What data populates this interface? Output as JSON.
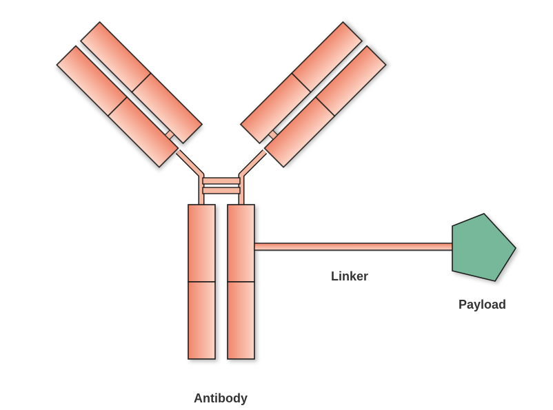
{
  "labels": {
    "antibody": "Antibody",
    "linker": "Linker",
    "payload": "Payload"
  },
  "colors": {
    "antibody_fill": "#f08a6e",
    "antibody_fill_light": "#fdd2c3",
    "outline": "#1a1a1a",
    "payload_fill": "#78b89a",
    "linker": "#f08a6e"
  }
}
